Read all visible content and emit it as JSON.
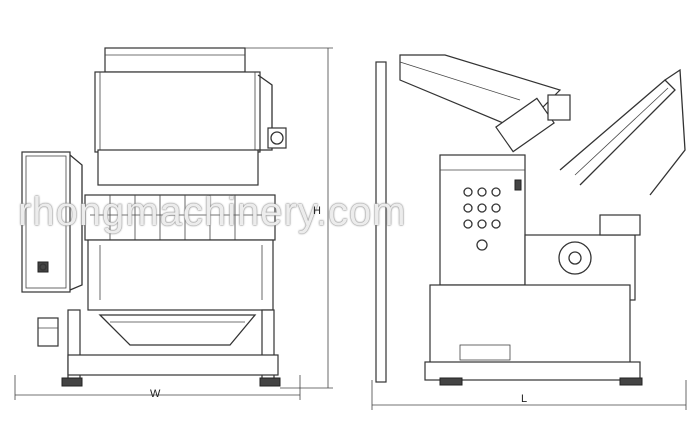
{
  "drawing": {
    "width_label": "W",
    "height_label": "H",
    "length_label": "L",
    "watermark": "rhongmachinery.com"
  },
  "colors": {
    "line": "#333333",
    "background": "#ffffff"
  },
  "views": [
    "front-view",
    "side-view"
  ]
}
